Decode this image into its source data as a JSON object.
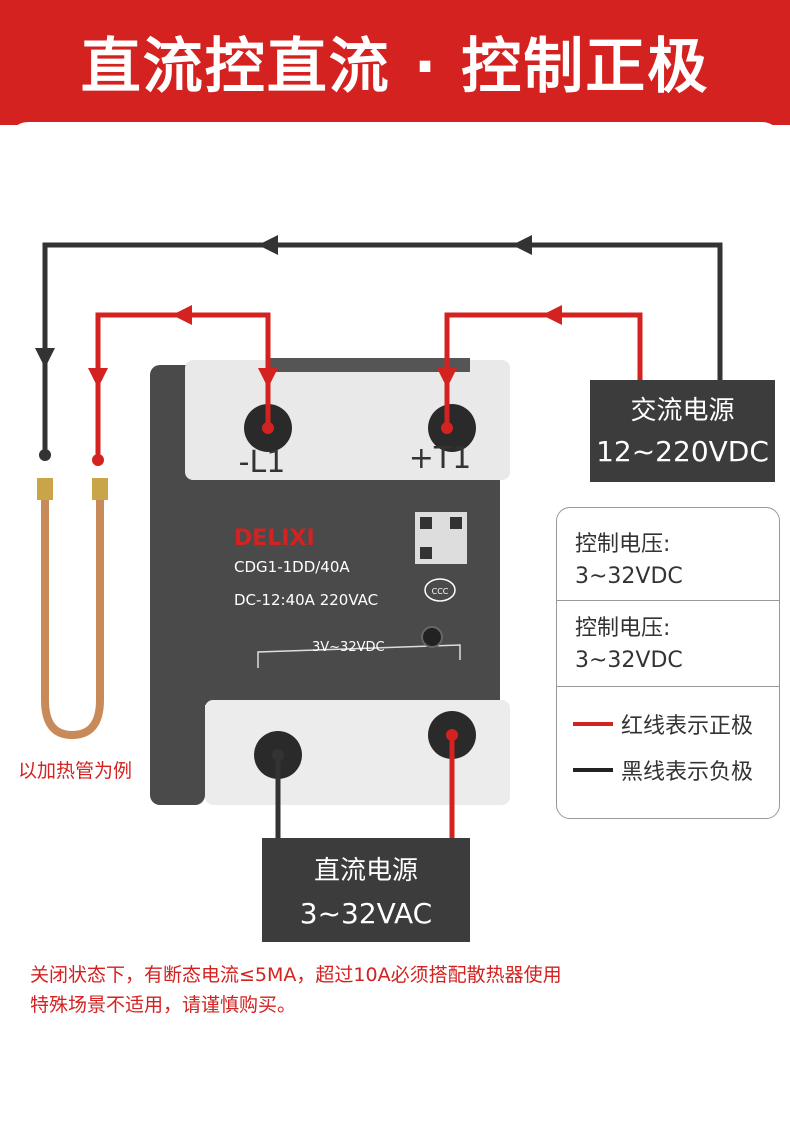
{
  "header": {
    "title": "直流控直流 · 控制正极"
  },
  "relay": {
    "brand": "DELIXI",
    "model": "CDG1-1DD/40A",
    "spec": "DC-12:40A 220VAC",
    "control_range": "3V~32VDC",
    "cert_mark": "CCC",
    "terminal_left": "-L1",
    "terminal_right": "+T1"
  },
  "load_supply": {
    "line1": "交流电源",
    "line2": "12~220VDC"
  },
  "control_supply": {
    "line1": "直流电源",
    "line2": "3~32VAC"
  },
  "legend": {
    "item1_title": "控制电压:",
    "item1_value": "3~32VDC",
    "item2_title": "控制电压:",
    "item2_value": "3~32VDC",
    "red_label": "红线表示正极",
    "black_label": "黑线表示负极"
  },
  "heater": {
    "caption": "以加热管为例"
  },
  "footer": {
    "line1": "关闭状态下，有断态电流≤5MA，超过10A必须搭配散热器使用",
    "line2": "特殊场景不适用，请谨慎购买。"
  },
  "colors": {
    "red": "#d32220",
    "dark": "#3c3c3c",
    "wire_black": "#333333"
  }
}
